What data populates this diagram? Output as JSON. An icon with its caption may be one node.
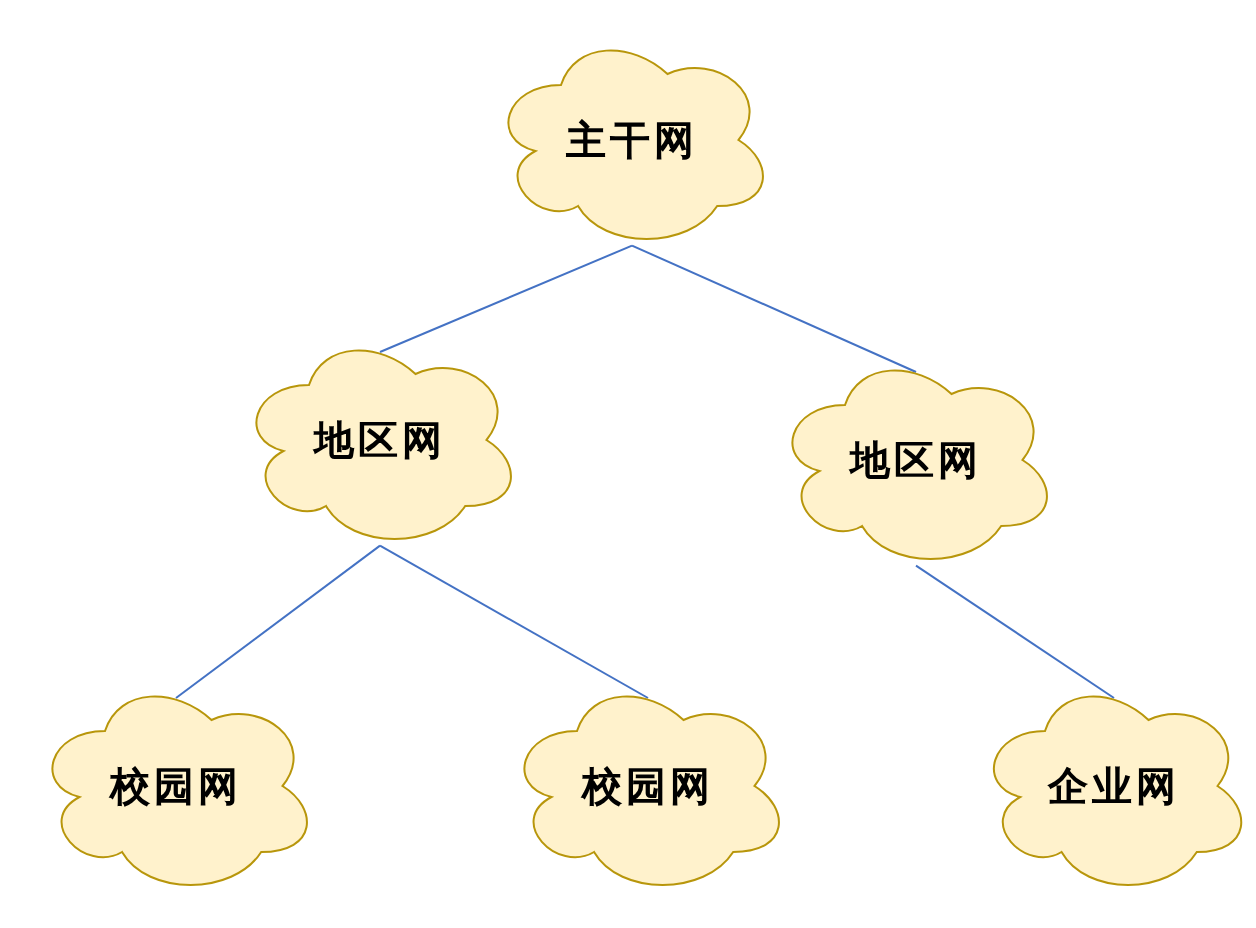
{
  "diagram": {
    "nodes": [
      {
        "text": [
          "主干网"
        ]
      },
      {
        "text": [
          "地区网"
        ]
      },
      {
        "text": [
          "地区网"
        ]
      },
      {
        "text": [
          "校园网"
        ]
      },
      {
        "text": [
          "校园网"
        ]
      },
      {
        "text": [
          "企业网"
        ]
      }
    ],
    "edges": [
      {
        "from": 0,
        "to": 1,
        "arrow": "none"
      },
      {
        "from": 0,
        "to": 2,
        "arrow": "none"
      },
      {
        "from": 1,
        "to": 3,
        "arrow": "none"
      },
      {
        "from": 1,
        "to": 4,
        "arrow": "none"
      },
      {
        "from": 2,
        "to": 5,
        "arrow": "none"
      }
    ]
  }
}
